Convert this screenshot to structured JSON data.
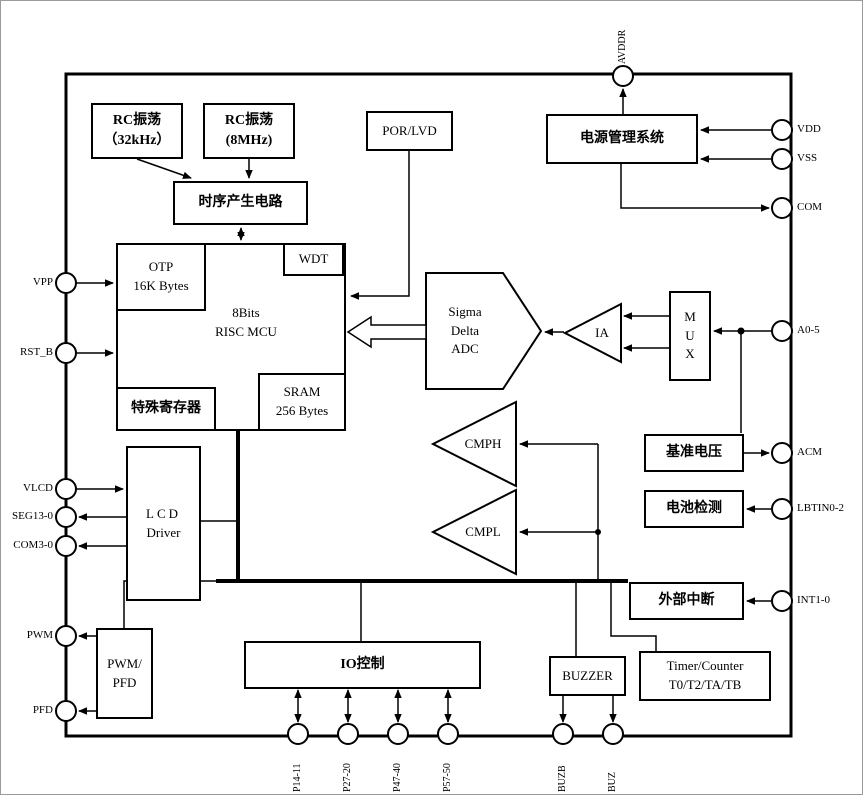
{
  "colors": {
    "line": "#000000",
    "box_fill": "#ffffff",
    "background": "#ffffff"
  },
  "pins": {
    "top": [
      "AVDDR"
    ],
    "left": [
      "VPP",
      "RST_B",
      "VLCD",
      "SEG13-0",
      "COM3-0",
      "PWM",
      "PFD"
    ],
    "right": [
      "VDD",
      "VSS",
      "COM",
      "A0-5",
      "ACM",
      "LBTIN0-2",
      "INT1-0"
    ],
    "bottom": [
      "P14-11",
      "P27-20",
      "P47-40",
      "P57-50",
      "BUZB",
      "BUZ"
    ]
  },
  "blocks": {
    "rc32": {
      "line1": "RC振荡",
      "line2": "（32kHz）"
    },
    "rc8": {
      "line1": "RC振荡",
      "line2": "(8MHz)"
    },
    "timing": {
      "label": "时序产生电路"
    },
    "por": {
      "label": "POR/LVD"
    },
    "power": {
      "label": "电源管理系统"
    },
    "mcu": {
      "line1": "8Bits",
      "line2": "RISC MCU"
    },
    "otp": {
      "line1": "OTP",
      "line2": "16K Bytes"
    },
    "wdt": {
      "label": "WDT"
    },
    "sfr": {
      "label": "特殊寄存器"
    },
    "sram": {
      "line1": "SRAM",
      "line2": "256 Bytes"
    },
    "adc": {
      "line1": "Sigma",
      "line2": "Delta",
      "line3": "ADC"
    },
    "ia": {
      "label": "IA"
    },
    "mux": {
      "line1": "M",
      "line2": "U",
      "line3": "X"
    },
    "vref": {
      "label": "基准电压"
    },
    "battery": {
      "label": "电池检测"
    },
    "extint": {
      "label": "外部中断"
    },
    "lcd": {
      "line1": "LCD",
      "line2": "Driver"
    },
    "cmph": {
      "label": "CMPH"
    },
    "cmpl": {
      "label": "CMPL"
    },
    "pwmpfd": {
      "line1": "PWM/",
      "line2": "PFD"
    },
    "io": {
      "label": "IO控制"
    },
    "buzzer": {
      "label": "BUZZER"
    },
    "timer": {
      "line1": "Timer/Counter",
      "line2": "T0/T2/TA/TB"
    }
  }
}
